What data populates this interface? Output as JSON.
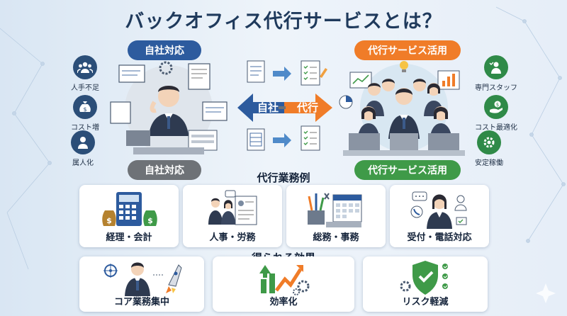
{
  "title": "バックオフィス代行サービスとは？",
  "left": {
    "top_label": "自社対応",
    "bottom_label": "自社対応",
    "issues": [
      {
        "label": "人手不足",
        "icon": "people-group-icon"
      },
      {
        "label": "コスト増",
        "icon": "money-bag-icon"
      },
      {
        "label": "属人化",
        "icon": "single-person-icon"
      }
    ]
  },
  "center": {
    "in_house_label": "自社",
    "outsource_label": "代行"
  },
  "right": {
    "top_label": "代行サービス活用",
    "bottom_label": "代行サービス活用",
    "benefits": [
      {
        "label": "専門スタッフ",
        "icon": "expert-staff-icon"
      },
      {
        "label": "コスト最適化",
        "icon": "cost-optimization-icon"
      },
      {
        "label": "安定稼働",
        "icon": "stable-gear-icon"
      }
    ]
  },
  "services_heading": "代行業務例",
  "services": [
    {
      "label": "経理・会計",
      "icon": "accounting-icon"
    },
    {
      "label": "人事・労務",
      "icon": "hr-icon"
    },
    {
      "label": "総務・事務",
      "icon": "general-affairs-icon"
    },
    {
      "label": "受付・電話対応",
      "icon": "reception-icon"
    }
  ],
  "effects_heading": "得られる効果",
  "effects": [
    {
      "label": "コア業務集中",
      "icon": "core-focus-icon"
    },
    {
      "label": "効率化",
      "icon": "efficiency-icon"
    },
    {
      "label": "リスク軽減",
      "icon": "risk-shield-icon"
    }
  ],
  "colors": {
    "navy": "#2d5b9e",
    "gray": "#6e7277",
    "orange": "#f07c28",
    "green": "#3f9a48",
    "title": "#1f3a5c"
  }
}
